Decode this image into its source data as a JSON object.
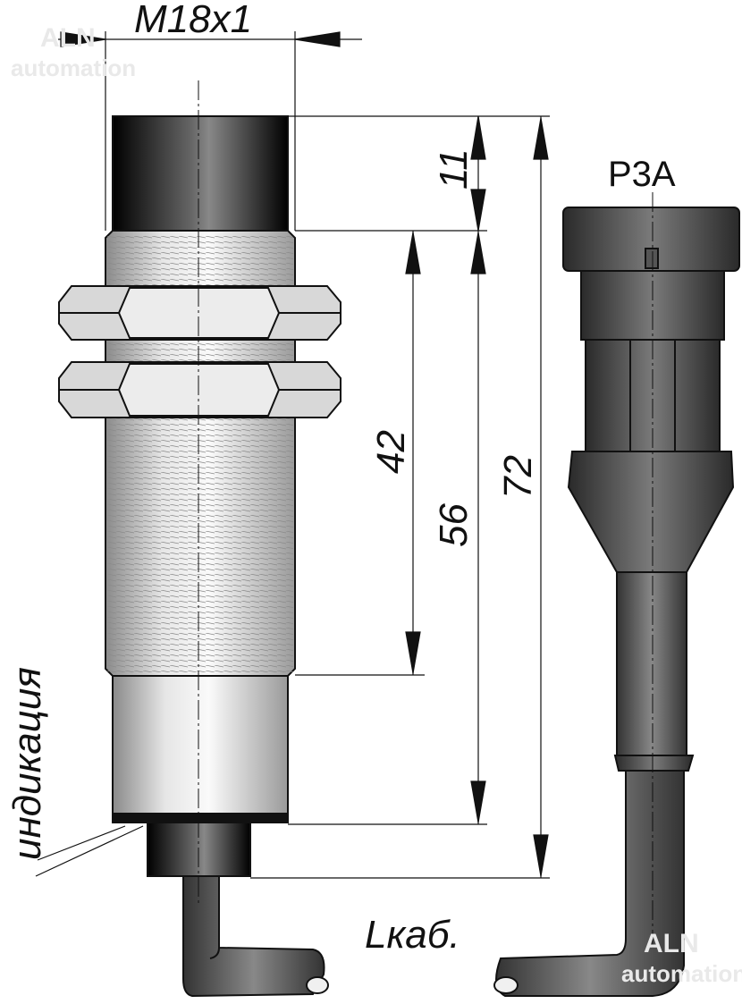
{
  "watermark": {
    "line1": "ALN",
    "line2": "automation"
  },
  "dimensions": {
    "thread": "M18x1",
    "cap_length": "11",
    "thread_length": "42",
    "body_length": "56",
    "total_length": "72"
  },
  "labels": {
    "indication": "индикация",
    "cable_length": "Lкаб.",
    "connector_type": "P3A"
  },
  "colors": {
    "outline": "#111111",
    "body_light": "#d9d9d9",
    "dark": "#1a1a1a"
  }
}
